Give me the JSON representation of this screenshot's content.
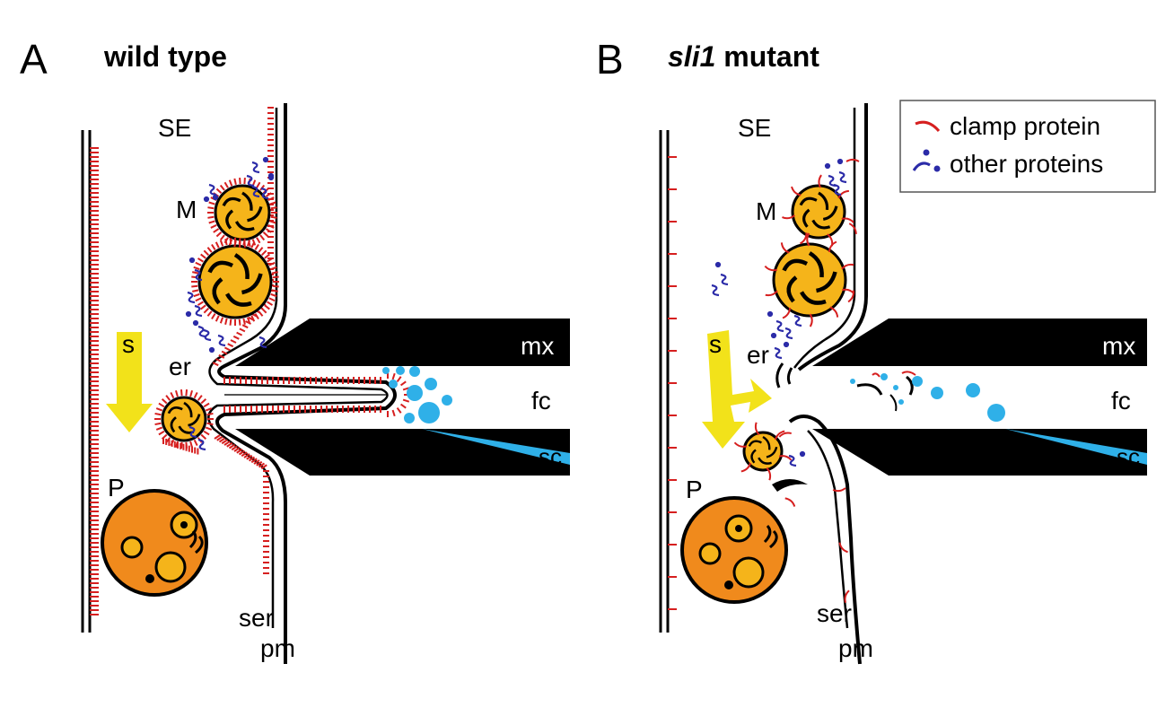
{
  "panels": [
    {
      "letter": "A",
      "title": "wild type",
      "labels": {
        "se": "SE",
        "m": "M",
        "s": "s",
        "er": "er",
        "p": "P",
        "ser": "ser",
        "pm": "pm",
        "mx": "mx",
        "fc": "fc",
        "sc": "sc"
      }
    },
    {
      "letter": "B",
      "title_italic": "sli1",
      "title_rest": " mutant",
      "labels": {
        "se": "SE",
        "m": "M",
        "s": "s",
        "er": "er",
        "p": "P",
        "ser": "ser",
        "pm": "pm",
        "mx": "mx",
        "fc": "fc",
        "sc": "sc"
      }
    }
  ],
  "legend": {
    "items": [
      {
        "label": "clamp protein",
        "icon": "red-arc-icon"
      },
      {
        "label": "other proteins",
        "icon": "blue-dots-icon"
      }
    ]
  },
  "colors": {
    "clamp_protein": "#d61f1f",
    "other_proteins": "#2b2ba8",
    "arrow_yellow": "#f2e21a",
    "organelle_yellow": "#f5b41a",
    "cell_orange": "#f08a1c",
    "fluid_blue": "#2fb0e8"
  }
}
